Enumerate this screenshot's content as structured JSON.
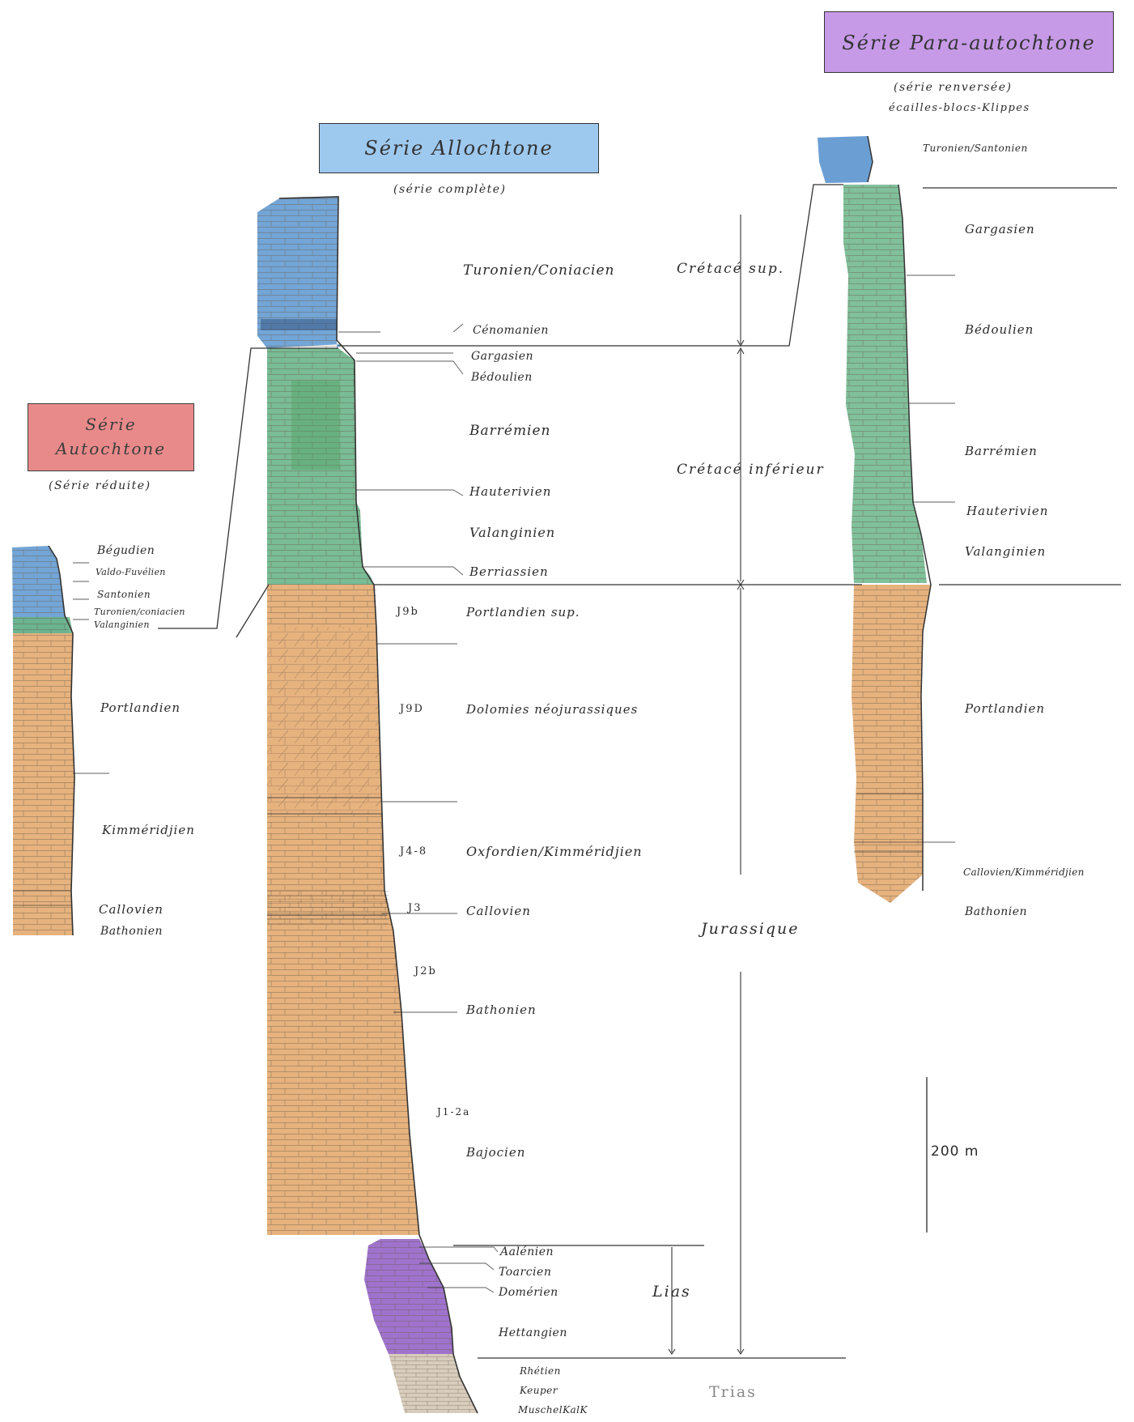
{
  "colors": {
    "cretace_sup": "#5b95cf",
    "cretace_inf": "#6ab58a",
    "jurassique": "#e2a467",
    "lias": "#8e5bc4",
    "trias": "#d8cdbd",
    "box_autochtone": "#e88484",
    "box_allochtone": "#9ec9ef",
    "box_para": "#c79ae8"
  },
  "series_autochtone": {
    "title_line1": "Série",
    "title_line2": "Autochtone",
    "subtitle": "(Série réduite)",
    "stages": [
      "Bégudien",
      "Valdo-Fuvélien",
      "Santonien",
      "Turonien/coniacien",
      "Valanginien",
      "Portlandien",
      "Kimméridjien",
      "Callovien",
      "Bathonien"
    ]
  },
  "series_allochtone": {
    "title": "Série Allochtone",
    "subtitle": "(série complète)",
    "stages": [
      "Turonien/Coniacien",
      "Cénomanien",
      "Gargasien",
      "Bédoulien",
      "Barrémien",
      "Hauterivien",
      "Valanginien",
      "Berriassien",
      "Portlandien sup.",
      "Dolomies néojurassiques",
      "Oxfordien/Kimméridjien",
      "Callovien",
      "Bathonien",
      "Bajocien",
      "Aalénien",
      "Toarcien",
      "Domérien",
      "Hettangien",
      "Rhétien",
      "Keuper",
      "MuschelKalK"
    ],
    "codes": [
      "J9b",
      "J9D",
      "J4-8",
      "J3",
      "J2b",
      "J1-2a"
    ]
  },
  "series_para": {
    "title": "Série Para-autochtone",
    "subtitle1": "(série renversée)",
    "subtitle2": "écailles-blocs-Klippes",
    "stages": [
      "Turonien/Santonien",
      "Gargasien",
      "Bédoulien",
      "Barrémien",
      "Hauterivien",
      "Valanginien",
      "Portlandien",
      "Callovien/Kimméridjien",
      "Bathonien"
    ]
  },
  "periods": [
    "Crétacé sup.",
    "Crétacé inférieur",
    "Jurassique",
    "Lias",
    "Trias"
  ],
  "scale_label": "200 m"
}
